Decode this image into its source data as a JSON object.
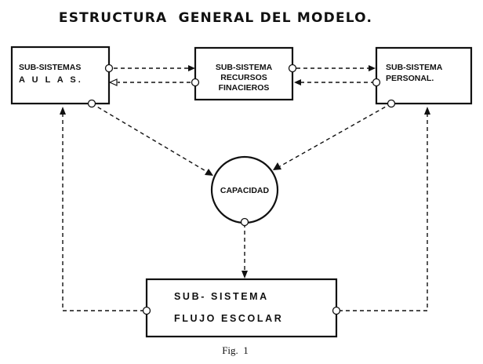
{
  "title": "ESTRUCTURA  GENERAL DEL MODELO.",
  "nodes": {
    "aulas": {
      "line1": "SUB-SISTEMAS",
      "line2": "A U L A S."
    },
    "recursos": {
      "line1": "SUB-SISTEMA",
      "line2": "RECURSOS",
      "line3": "FINACIEROS"
    },
    "personal": {
      "line1": "SUB-SISTEMA",
      "line2": "PERSONAL."
    },
    "capacidad": {
      "label": "CAPACIDAD"
    },
    "flujo": {
      "line1": "SUB- SISTEMA",
      "line2": "FLUJO ESCOLAR"
    }
  },
  "caption": "Fig.  1",
  "colors": {
    "ink": "#111111",
    "paper": "#ffffff"
  }
}
